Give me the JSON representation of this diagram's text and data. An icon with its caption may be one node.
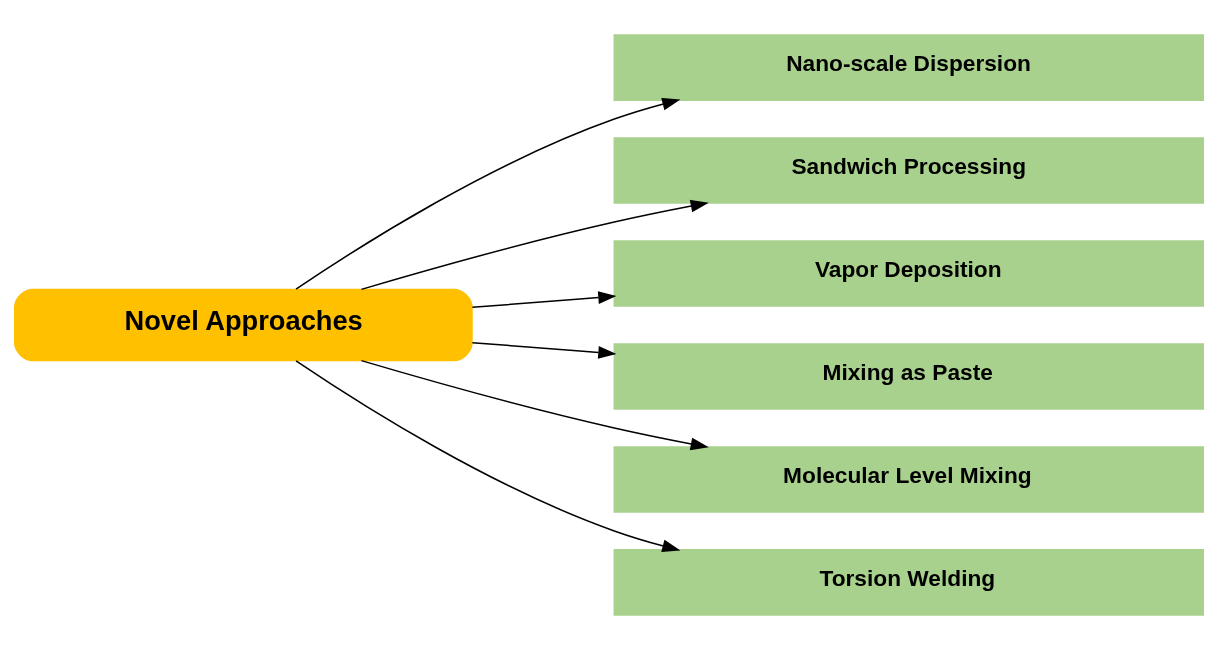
{
  "diagram": {
    "nodes": [
      {
        "text": [
          "Novel Approaches"
        ]
      },
      {
        "text": [
          "Nano-scale Dispersion"
        ]
      },
      {
        "text": [
          "Sandwich Processing"
        ]
      },
      {
        "text": [
          "Vapor Deposition"
        ]
      },
      {
        "text": [
          "Mixing as Paste"
        ]
      },
      {
        "text": [
          "Molecular Level Mixing"
        ]
      },
      {
        "text": [
          "Torsion Welding"
        ]
      }
    ],
    "edges": [
      {
        "from": 0,
        "to": 1,
        "arrow": "to"
      },
      {
        "from": 0,
        "to": 2,
        "arrow": "to"
      },
      {
        "from": 0,
        "to": 3,
        "arrow": "to"
      },
      {
        "from": 0,
        "to": 4,
        "arrow": "to"
      },
      {
        "from": 0,
        "to": 5,
        "arrow": "to"
      },
      {
        "from": 0,
        "to": 6,
        "arrow": "to"
      }
    ]
  }
}
